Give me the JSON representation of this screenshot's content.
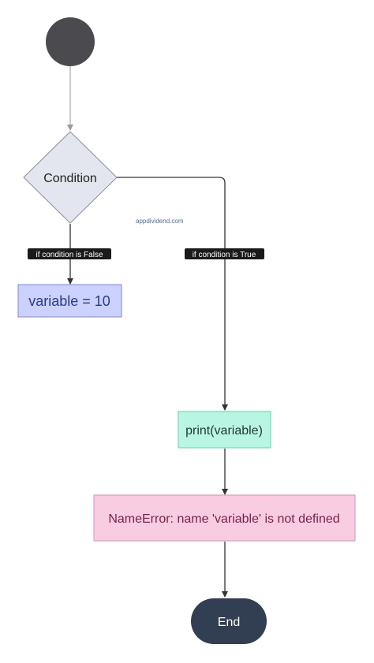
{
  "diagram": {
    "nodes": {
      "start": {
        "fill": "#4a4a4f"
      },
      "condition": {
        "label": "Condition",
        "fill": "#e3e6ee",
        "stroke": "#8a8f9c",
        "text_color": "#222222"
      },
      "assign": {
        "label": "variable = 10",
        "fill": "#ccd2ff",
        "stroke": "#7a86ea",
        "text_color": "#2a3b8f"
      },
      "print": {
        "label": "print(variable)",
        "fill": "#b8f5e2",
        "stroke": "#5fd3b0",
        "text_color": "#1f3a33"
      },
      "error": {
        "label": "NameError: name 'variable' is not defined",
        "fill": "#f8cde2",
        "stroke": "#e58ab8",
        "text_color": "#7a1f4a"
      },
      "end": {
        "label": "End",
        "fill": "#323e52",
        "text_color": "#ffffff"
      }
    },
    "edges": {
      "false_label": "if condition is False",
      "true_label": "if condition is True",
      "line_color": "#333333",
      "label_bg": "#1a1a1a"
    },
    "watermark": "appdividend.com"
  }
}
